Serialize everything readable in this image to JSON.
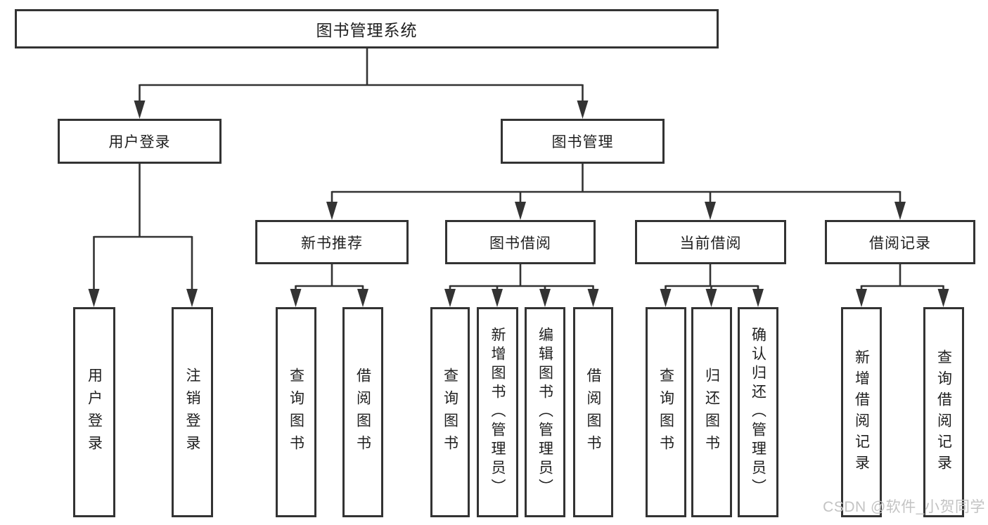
{
  "diagram": {
    "title_note": "functional structure chart of a library management system",
    "root": {
      "label": "图书管理系统"
    },
    "branches": [
      {
        "label": "用户登录",
        "children": [
          {
            "label": "用户登录"
          },
          {
            "label": "注销登录"
          }
        ]
      },
      {
        "label": "图书管理",
        "children": [
          {
            "label": "新书推荐",
            "children": [
              {
                "label": "查询图书"
              },
              {
                "label": "借阅图书"
              }
            ]
          },
          {
            "label": "图书借阅",
            "children": [
              {
                "label": "查询图书"
              },
              {
                "label": "新增图书（管理员）"
              },
              {
                "label": "编辑图书（管理员）"
              },
              {
                "label": "借阅图书"
              }
            ]
          },
          {
            "label": "当前借阅",
            "children": [
              {
                "label": "查询图书"
              },
              {
                "label": "归还图书"
              },
              {
                "label": "确认归还（管理员）"
              }
            ]
          },
          {
            "label": "借阅记录",
            "children": [
              {
                "label": "新增借阅记录"
              },
              {
                "label": "查询借阅记录"
              }
            ]
          }
        ]
      }
    ],
    "watermark": "CSDN @软件_小贺同学",
    "colors": {
      "line": "#333333",
      "text": "#1f1f1f",
      "watermark": "#c3c3c3"
    }
  }
}
